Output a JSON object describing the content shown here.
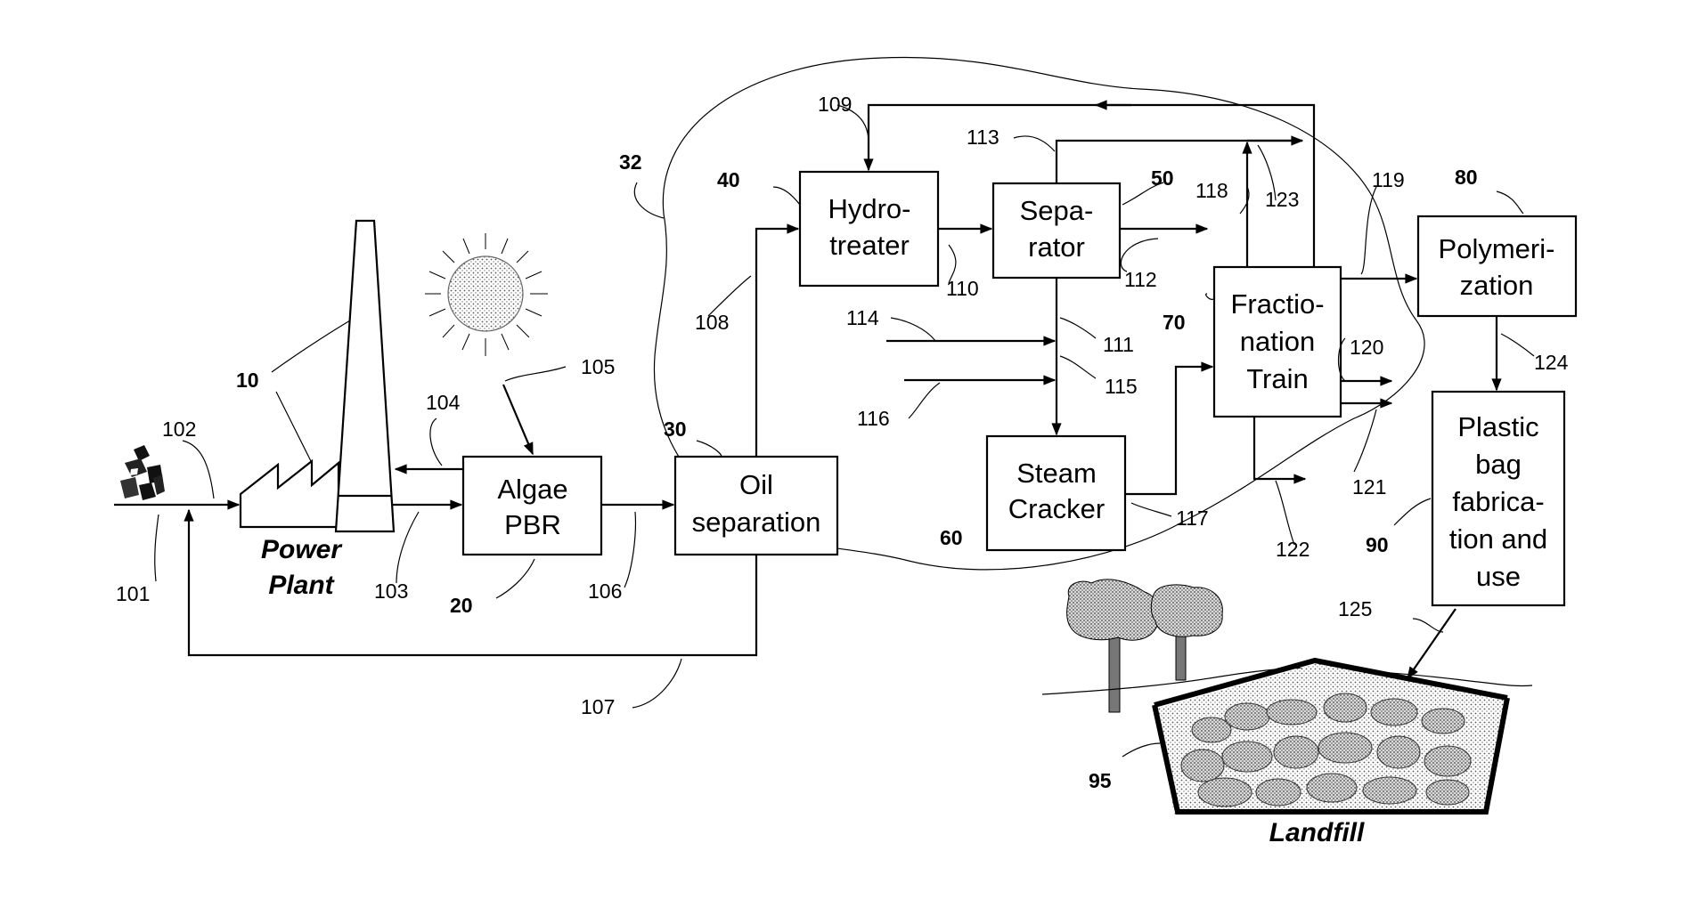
{
  "boxes": {
    "algae": [
      "Algae",
      "PBR"
    ],
    "oil": [
      "Oil",
      "separation"
    ],
    "hydro": [
      "Hydro-",
      "treater"
    ],
    "separator": [
      "Sepa-",
      "rator"
    ],
    "cracker": [
      "Steam",
      "Cracker"
    ],
    "fraction": [
      "Fractio-",
      "nation",
      "Train"
    ],
    "polymer": [
      "Polymeri-",
      "zation"
    ],
    "plastic": [
      "Plastic",
      "bag",
      "fabrica-",
      "tion and",
      "use"
    ]
  },
  "captions": {
    "power_plant": [
      "Power",
      "Plant"
    ],
    "landfill": "Landfill"
  },
  "units": {
    "u10": "10",
    "u20": "20",
    "u30": "30",
    "u32": "32",
    "u40": "40",
    "u50": "50",
    "u60": "60",
    "u70": "70",
    "u80": "80",
    "u90": "90",
    "u95": "95"
  },
  "streams": {
    "s101": "101",
    "s102": "102",
    "s103": "103",
    "s104": "104",
    "s105": "105",
    "s106": "106",
    "s107": "107",
    "s108": "108",
    "s109": "109",
    "s110": "110",
    "s111": "111",
    "s112": "112",
    "s113": "113",
    "s114": "114",
    "s115": "115",
    "s116": "116",
    "s117": "117",
    "s118": "118",
    "s119": "119",
    "s120": "120",
    "s121": "121",
    "s122": "122",
    "s123": "123",
    "s124": "124",
    "s125": "125"
  }
}
